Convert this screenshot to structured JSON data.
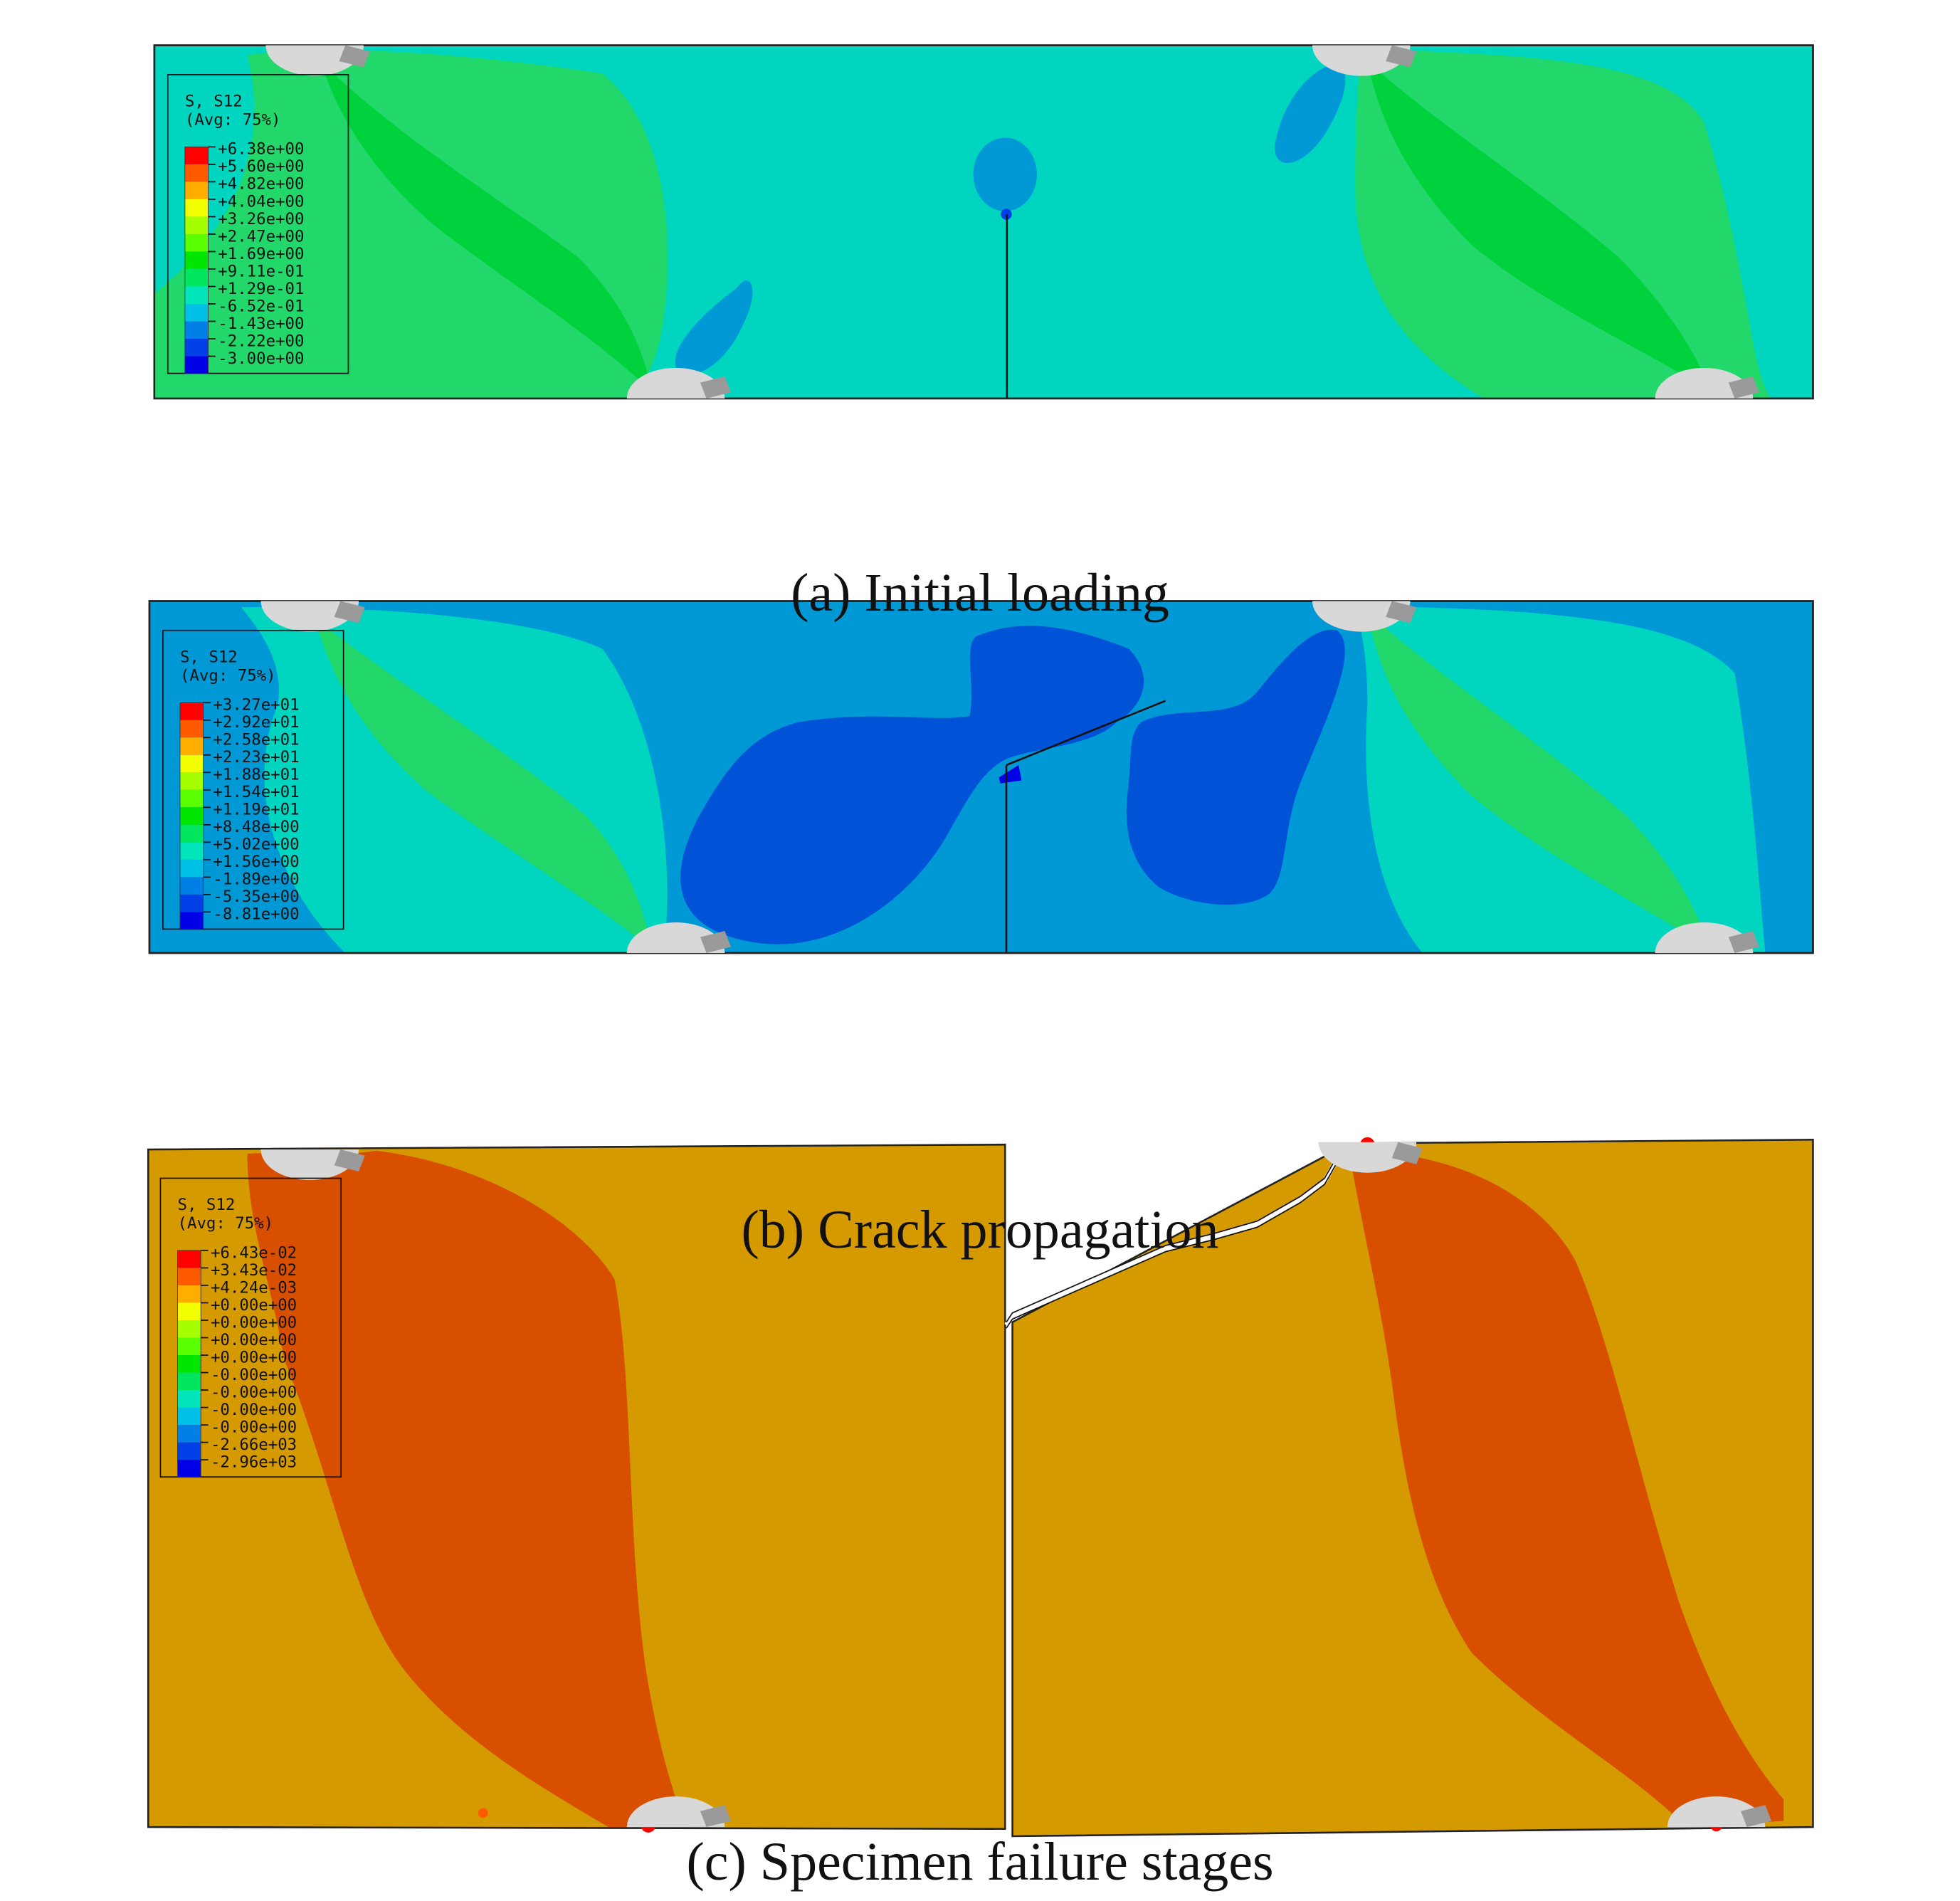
{
  "panels": [
    {
      "caption": "(a) Initial loading",
      "background": "#00d5c0",
      "legend": {
        "title": "S, S12",
        "subtitle": "(Avg: 75%)",
        "values": [
          "+6.38e+00",
          "+5.60e+00",
          "+4.82e+00",
          "+4.04e+00",
          "+3.26e+00",
          "+2.47e+00",
          "+1.69e+00",
          "+9.11e-01",
          "+1.29e-01",
          "-6.52e-01",
          "-1.43e+00",
          "-2.22e+00",
          "-3.00e+00"
        ]
      }
    },
    {
      "caption": "(b) Crack propagation",
      "background": "#0099d6",
      "legend": {
        "title": "S, S12",
        "subtitle": "(Avg: 75%)",
        "values": [
          "+3.27e+01",
          "+2.92e+01",
          "+2.58e+01",
          "+2.23e+01",
          "+1.88e+01",
          "+1.54e+01",
          "+1.19e+01",
          "+8.48e+00",
          "+5.02e+00",
          "+1.56e+00",
          "-1.89e+00",
          "-5.35e+00",
          "-8.81e+00"
        ]
      }
    },
    {
      "caption": "(c) Specimen failure stages",
      "background": "#d49a00",
      "legend": {
        "title": "S, S12",
        "subtitle": "(Avg: 75%)",
        "values": [
          "+6.43e-02",
          "+3.43e-02",
          "+4.24e-03",
          "+0.00e+00",
          "+0.00e+00",
          "+0.00e+00",
          "+0.00e+00",
          "-0.00e+00",
          "-0.00e+00",
          "-0.00e+00",
          "-0.00e+00",
          "-2.66e+03",
          "-2.96e+03"
        ]
      }
    }
  ],
  "colors": {
    "scale": [
      "#ff0000",
      "#ff5a00",
      "#ffae00",
      "#f2ff00",
      "#a6ff00",
      "#5aff00",
      "#00e600",
      "#00e65e",
      "#00e6ba",
      "#00c0e6",
      "#0080e6",
      "#0040e6",
      "#0000e6"
    ],
    "green_band": "#00d23e",
    "orange_band": "#d94f00",
    "dark_blue": "#0052d6",
    "support": "#d8d8d8",
    "support_side": "#9a9a9a"
  }
}
